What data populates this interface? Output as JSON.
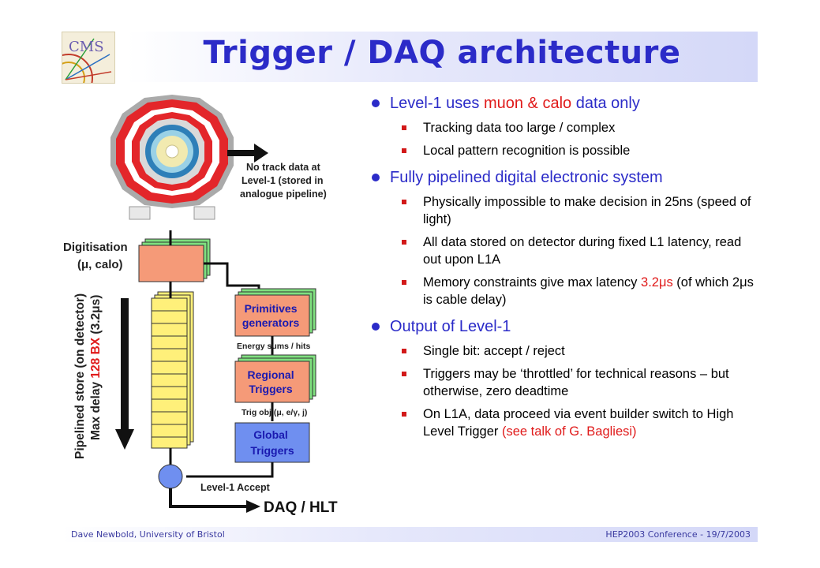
{
  "header": {
    "logo_text": "CMS",
    "title": "Trigger / DAQ architecture"
  },
  "diagram": {
    "no_track": [
      "No track data at",
      "Level-1 (stored in",
      "analogue pipeline)"
    ],
    "digitisation": [
      "Digitisation",
      "(μ, calo)"
    ],
    "pipeline_line1": "Pipelined store (on detector)",
    "pipeline_line2_a": "Max delay ",
    "pipeline_line2_b": "128 BX",
    "pipeline_line2_c": " (3.2μs)",
    "primitives": [
      "Primitives",
      "generators"
    ],
    "energy_sums": "Energy sums / hits",
    "regional": [
      "Regional",
      "Triggers"
    ],
    "trig_obj": "Trig obj (μ, e/γ, j)",
    "global": [
      "Global",
      "Triggers"
    ],
    "level1_accept": "Level-1 Accept",
    "daq_hlt": "DAQ / HLT"
  },
  "bullets": {
    "b1": {
      "pre": "Level-1 uses ",
      "hl": "muon & calo",
      "post": " data only"
    },
    "b1_1": "Tracking data too large / complex",
    "b1_2": "Local pattern recognition is possible",
    "b2": "Fully pipelined digital electronic system",
    "b2_1": "Physically impossible to make decision in 25ns (speed of light)",
    "b2_2": "All data stored on detector during fixed L1 latency, read out upon L1A",
    "b2_3": {
      "pre": "Memory constraints give max latency ",
      "hl": "3.2μs",
      "post": " (of which 2μs is cable delay)"
    },
    "b3": "Output of Level-1",
    "b3_1": "Single bit: accept / reject",
    "b3_2": "Triggers may be ‘throttled’ for technical reasons – but otherwise, zero deadtime",
    "b3_3": {
      "pre": "On L1A, data proceed via event builder switch to High Level Trigger ",
      "hl": "(see talk of G. Bagliesi)"
    }
  },
  "footer": {
    "left": "Dave Newbold, University of Bristol",
    "right": "HEP2003 Conference - 19/7/2003"
  },
  "colors": {
    "title_blue": "#2b2bc8",
    "highlight_red": "#e01a1a",
    "box_salmon": "#f59a78",
    "box_blue": "#6f8ff0",
    "pipeline_yellow": "#fff07a"
  }
}
